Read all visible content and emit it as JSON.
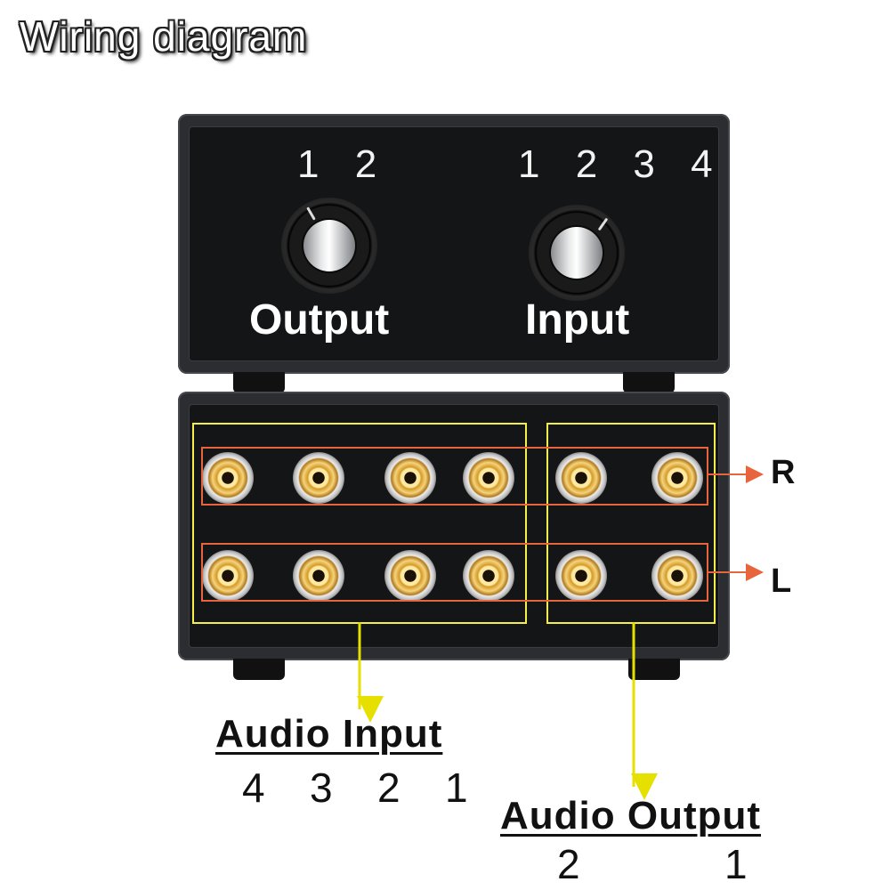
{
  "title": "Wiring diagram",
  "front_panel": {
    "output_digits": "1 2",
    "input_digits": "1 2 3 4",
    "output_label": "Output",
    "input_label": "Input"
  },
  "back_panel": {
    "jack_rows": [
      "R",
      "L"
    ],
    "input_jacks_per_row": 4,
    "output_jacks_per_row": 2
  },
  "labels": {
    "r": "R",
    "l": "L",
    "audio_input": "Audio Input",
    "audio_input_numbers": [
      "4",
      "3",
      "2",
      "1"
    ],
    "audio_output": "Audio Output",
    "audio_output_numbers": [
      "2",
      "1"
    ]
  },
  "colors": {
    "group_box": "#f5ef4a",
    "row_box": "#e8643c",
    "panel": "#141516"
  }
}
